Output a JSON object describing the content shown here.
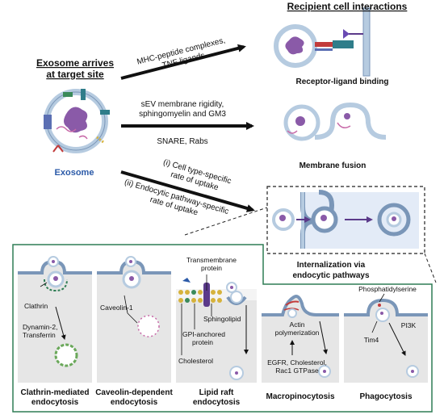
{
  "top": {
    "heading": "Recipient cell interactions",
    "arrives_line1": "Exosome arrives",
    "arrives_line2": "at target site",
    "exosome_label": "Exosome"
  },
  "arrow1": {
    "line1": "MHC-peptide complexes,",
    "line2": "TNF ligands",
    "result": "Receptor-ligand binding"
  },
  "arrow2": {
    "above1": "sEV membrane rigidity,",
    "above2": "sphingomyelin and GM3",
    "below": "SNARE, Rabs",
    "result": "Membrane fusion"
  },
  "arrow3": {
    "line1": "(i) Cell type-specific",
    "line2": "rate of uptake",
    "line3": "(ii) Endocytic pathway-specific",
    "line4": "rate of uptake"
  },
  "internalization": {
    "line1": "Internalization via",
    "line2": "endocytic pathways"
  },
  "panels": [
    {
      "title1": "Clathrin-mediated",
      "title2": "endocytosis",
      "labels": [
        "Clathrin",
        "Dynamin-2,",
        "Transferrin"
      ]
    },
    {
      "title1": "Caveolin-dependent",
      "title2": "endocytosis",
      "labels": [
        "Caveolin-1"
      ]
    },
    {
      "title1": "Lipid raft",
      "title2": "endocytosis",
      "labels": [
        "Transmembrane",
        "protein",
        "Sphingolipid",
        "GPI-anchored",
        "protein",
        "Cholesterol"
      ]
    },
    {
      "title1": "Macropinocytosis",
      "title2": "",
      "labels": [
        "Actin",
        "polymerization",
        "EGFR, Cholesterol,",
        "Rac1 GTPase"
      ]
    },
    {
      "title1": "Phagocytosis",
      "title2": "",
      "labels": [
        "Phosphatidylserine",
        "Tim4",
        "PI3K"
      ]
    }
  ],
  "colors": {
    "membrane": "#b6cbe0",
    "membrane_edge": "#7a96b8",
    "cargo": "#8a5aa8",
    "arrow": "#111111",
    "panel_border": "#2f7d55",
    "internal_fill": "#e3ebf7",
    "exosome_text": "#2b5aa8"
  }
}
